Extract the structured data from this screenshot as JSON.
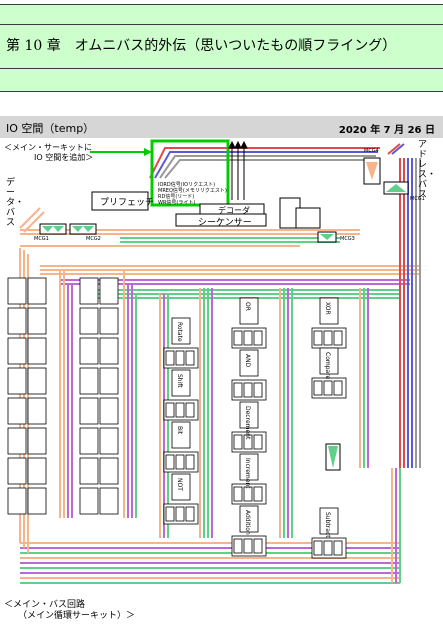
{
  "chapter": {
    "title": "第 10 章　オムニバス的外伝（思いついたもの順フライング）"
  },
  "section": {
    "title": "IO 空間（temp）",
    "date": "2020 年 7 月 26 日"
  },
  "labels": {
    "main_circuit_note_1": "＜メイン・サーキットに",
    "main_circuit_note_2": "IO 空間を追加＞",
    "data_bus": "データ・バス",
    "address_bus": "アドレス・バス",
    "prefetch": "プリフェッチ",
    "decoder": "デコーダ",
    "sequencer": "シーケンサー",
    "mcg1_left": "MCG1",
    "mcg2": "MCG2",
    "mcg3": "MCG3",
    "mcg4": "MCG4",
    "mcg1_right": "MCG1",
    "main_bus_1": "＜メイン・バス回路",
    "main_bus_2": "（メイン循環サーキット）＞"
  },
  "io_signals": [
    "IORD信号(IOリクエスト)",
    "MREQ信号(メモリリクエスト)",
    "RD信号(リード)",
    "WR信号(ライト)"
  ],
  "units": {
    "col1": [
      "Rotate",
      "Shift",
      "Bit",
      "NOT"
    ],
    "col2": [
      "OR",
      "AND",
      "Decrement",
      "Increment",
      "Addition"
    ],
    "col3": [
      "XOR",
      "Compare",
      "Subtract"
    ]
  },
  "colors": {
    "header_bg": "#ccffcc",
    "green_box": "#00cc00",
    "bus_orange": "#f5b48a",
    "bus_purple": "#b96ad8",
    "bus_green": "#5fcf8a",
    "bus_red": "#e04a4a",
    "bus_blue": "#5a5ad8",
    "bus_gray": "#9a9a9a"
  }
}
